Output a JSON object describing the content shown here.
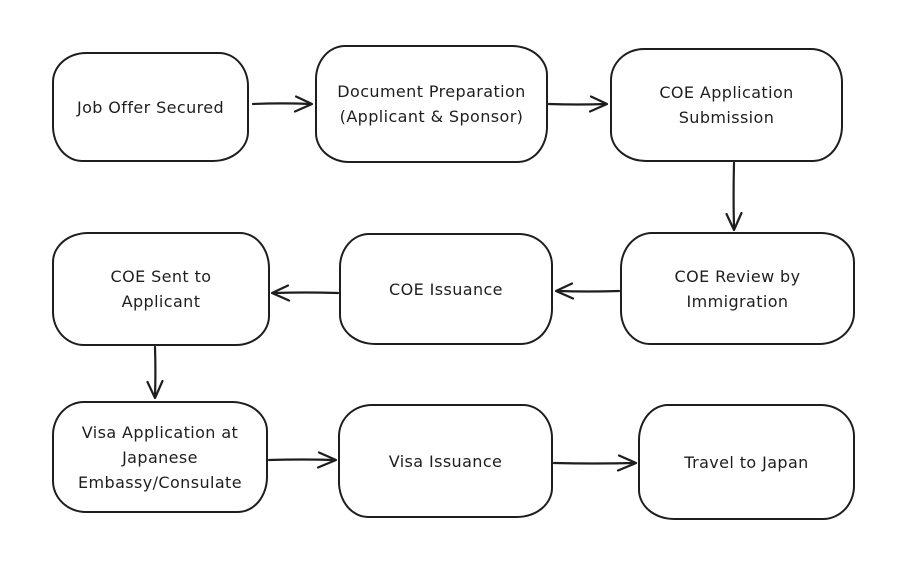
{
  "diagram": {
    "type": "flowchart",
    "colors": {
      "stroke": "#1e1e1e",
      "background": "#ffffff"
    },
    "nodes": [
      {
        "id": "job-offer-secured",
        "label": "Job Offer Secured"
      },
      {
        "id": "document-preparation",
        "label": "Document Preparation\n(Applicant & Sponsor)"
      },
      {
        "id": "coe-application-submission",
        "label": "COE Application\nSubmission"
      },
      {
        "id": "coe-review-by-immigration",
        "label": "COE Review by\nImmigration"
      },
      {
        "id": "coe-issuance",
        "label": "COE Issuance"
      },
      {
        "id": "coe-sent-to-applicant",
        "label": "COE Sent to\nApplicant"
      },
      {
        "id": "visa-application-embassy",
        "label": "Visa Application at\nJapanese\nEmbassy/Consulate"
      },
      {
        "id": "visa-issuance",
        "label": "Visa Issuance"
      },
      {
        "id": "travel-to-japan",
        "label": "Travel to Japan"
      }
    ],
    "edges": [
      {
        "from": "Job Offer Secured",
        "to": "Document Preparation (Applicant & Sponsor)"
      },
      {
        "from": "Document Preparation (Applicant & Sponsor)",
        "to": "COE Application Submission"
      },
      {
        "from": "COE Application Submission",
        "to": "COE Review by Immigration"
      },
      {
        "from": "COE Review by Immigration",
        "to": "COE Issuance"
      },
      {
        "from": "COE Issuance",
        "to": "COE Sent to Applicant"
      },
      {
        "from": "COE Sent to Applicant",
        "to": "Visa Application at Japanese Embassy/Consulate"
      },
      {
        "from": "Visa Application at Japanese Embassy/Consulate",
        "to": "Visa Issuance"
      },
      {
        "from": "Visa Issuance",
        "to": "Travel to Japan"
      }
    ]
  }
}
